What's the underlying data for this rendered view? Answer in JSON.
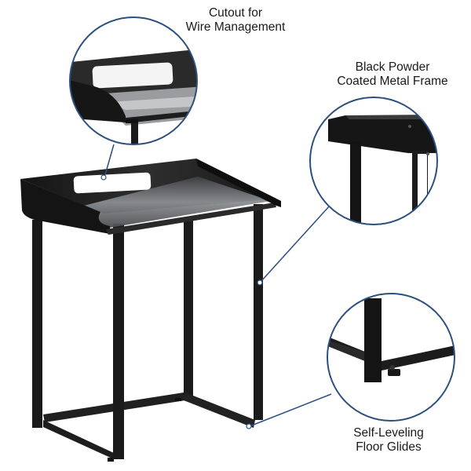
{
  "callouts": [
    {
      "id": "cutout",
      "lines": [
        "Cutout for",
        "Wire Management"
      ]
    },
    {
      "id": "frame",
      "lines": [
        "Black Powder",
        "Coated Metal Frame"
      ]
    },
    {
      "id": "glides",
      "lines": [
        "Self-Leveling",
        "Floor Glides"
      ]
    }
  ],
  "colors": {
    "background": "#ffffff",
    "callout_ring": "#2b4f7f",
    "frame_black": "#1c1c1c",
    "glass_top": "#6f7275",
    "label_text": "#1a1a1a"
  }
}
